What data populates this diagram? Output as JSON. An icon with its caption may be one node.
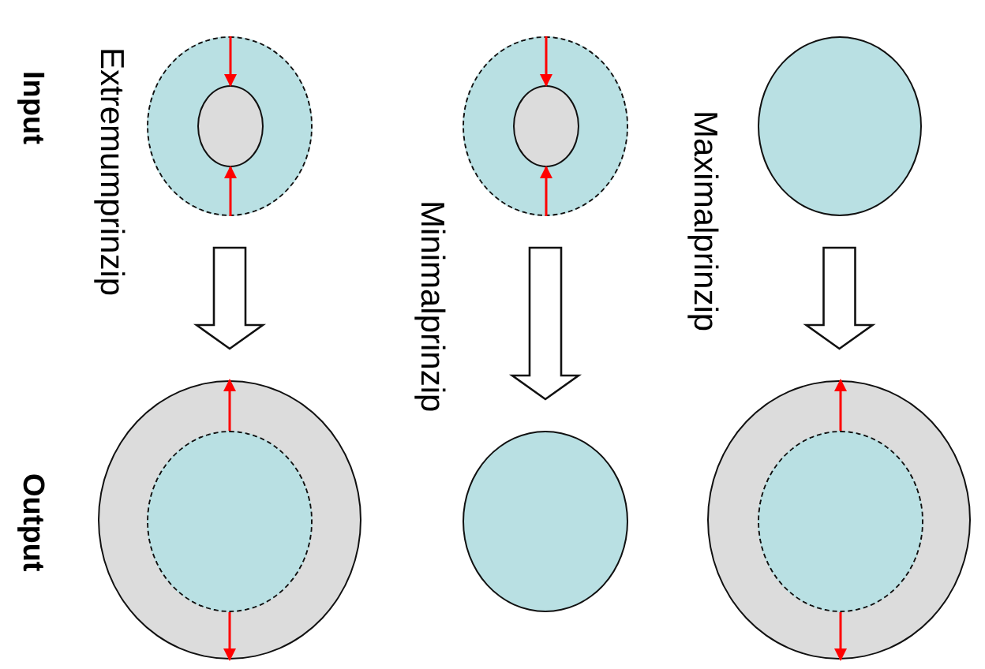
{
  "diagram": {
    "nodes": [
      {
        "text": [],
        "shape": "circle"
      },
      {
        "text": [],
        "shape": "circle",
        "in": 0
      },
      {
        "text": [],
        "shape": "circle"
      },
      {
        "text": [],
        "shape": "circle",
        "in": 2
      },
      {
        "text": [],
        "shape": "circle"
      },
      {
        "text": [],
        "shape": "circle",
        "in": 4
      },
      {
        "text": [],
        "shape": "circle"
      },
      {
        "text": [],
        "shape": "circle"
      },
      {
        "text": [],
        "shape": "circle"
      },
      {
        "text": [],
        "shape": "circle",
        "in": 8
      }
    ],
    "edges": [
      {
        "from": 0,
        "to": 1,
        "arrow": "to",
        "color": "#ff0000"
      },
      {
        "from": 0,
        "to": 1,
        "arrow": "to",
        "color": "#ff0000"
      },
      {
        "from": 0,
        "to": 2,
        "arrow": "to",
        "style": "thick"
      },
      {
        "from": 3,
        "to": 2,
        "arrow": "to",
        "color": "#ff0000"
      },
      {
        "from": 3,
        "to": 2,
        "arrow": "to",
        "color": "#ff0000"
      },
      {
        "from": 4,
        "to": 5,
        "arrow": "to",
        "color": "#ff0000"
      },
      {
        "from": 4,
        "to": 5,
        "arrow": "to",
        "color": "#ff0000"
      },
      {
        "from": 4,
        "to": 6,
        "arrow": "to",
        "style": "thick"
      },
      {
        "from": 7,
        "to": 8,
        "arrow": "to",
        "style": "thick"
      },
      {
        "from": 9,
        "to": 8,
        "arrow": "to",
        "color": "#ff0000"
      },
      {
        "from": 9,
        "to": 8,
        "arrow": "to",
        "color": "#ff0000"
      }
    ],
    "labels": [
      "Input",
      "Output",
      "Extremumprinzip",
      "Minimalprinzip",
      "Maximalprinzip"
    ]
  }
}
